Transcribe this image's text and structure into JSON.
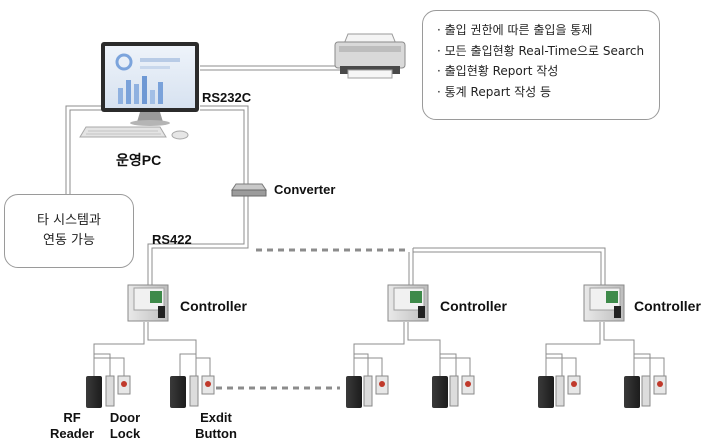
{
  "printer_features": [
    "출입 권한에 따른 출입을 통제",
    "모든 출입현황 Real-Time으로 Search",
    "출입현황 Report 작성",
    "통계 Repart 작성 등"
  ],
  "pc_label": "운영PC",
  "rs232c_label": "RS232C",
  "converter_label": "Converter",
  "rs422_label": "RS422",
  "other_system": {
    "line1": "타 시스템과",
    "line2": "연동 가능"
  },
  "controllers": [
    "Controller",
    "Controller",
    "Controller"
  ],
  "device_labels": {
    "rf_reader": {
      "line1": "RF",
      "line2": "Reader"
    },
    "door_lock": {
      "line1": "Door",
      "line2": "Lock"
    },
    "exit_button": {
      "line1": "Exdit",
      "line2": "Button"
    }
  },
  "colors": {
    "line": "#8c8c8c",
    "dashed": "#8c8c8c",
    "box_border": "#9a9a9a"
  },
  "icons": [
    "monitor-icon",
    "keyboard-icon",
    "mouse-icon",
    "printer-icon",
    "converter-icon",
    "controller-panel-icon",
    "rf-reader-icon",
    "door-lock-icon",
    "exit-button-icon"
  ]
}
